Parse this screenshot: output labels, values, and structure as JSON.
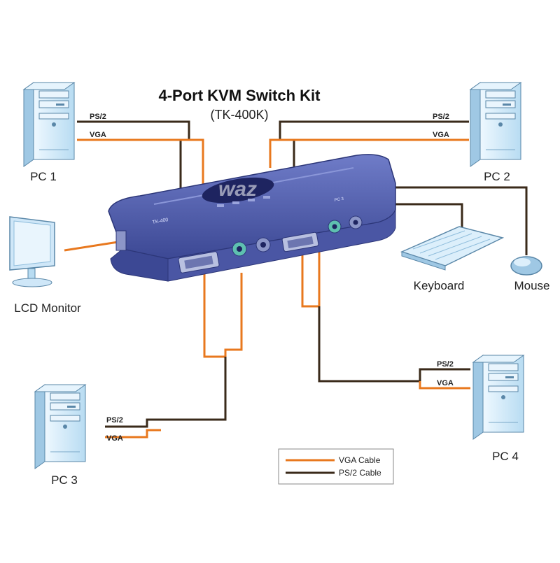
{
  "title": "4-Port KVM Switch Kit",
  "subtitle": "(TK-400K)",
  "watermark": "waz",
  "colors": {
    "vga": "#e8781e",
    "ps2": "#3a2a1a",
    "switch_body": "#5462b2",
    "switch_dark": "#3a4690",
    "pc_body": "#d7ecfa",
    "pc_dark": "#8fbddc"
  },
  "switch": {
    "brand_label": "TK-400",
    "port_label": "PC 3"
  },
  "pcs": [
    {
      "name": "PC 1",
      "ps2_label": "PS/2",
      "vga_label": "VGA"
    },
    {
      "name": "PC 2",
      "ps2_label": "PS/2",
      "vga_label": "VGA"
    },
    {
      "name": "PC 3",
      "ps2_label": "PS/2",
      "vga_label": "VGA"
    },
    {
      "name": "PC 4",
      "ps2_label": "PS/2",
      "vga_label": "VGA"
    }
  ],
  "peripherals": {
    "monitor": "LCD Monitor",
    "keyboard": "Keyboard",
    "mouse": "Mouse"
  },
  "legend": [
    {
      "label": "VGA Cable",
      "color": "#e8781e"
    },
    {
      "label": "PS/2 Cable",
      "color": "#3a2a1a"
    }
  ]
}
